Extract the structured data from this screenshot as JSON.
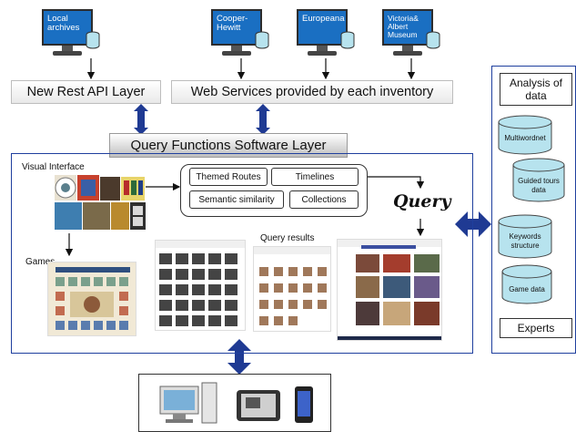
{
  "sources": [
    {
      "label": "Local archives"
    },
    {
      "label": "Cooper-Hewitt"
    },
    {
      "label": "Europeana"
    },
    {
      "label": "Victoria& Albert Museum"
    }
  ],
  "layers": {
    "rest_api": "New Rest API Layer",
    "web_services": "Web Services provided by each inventory",
    "query_functions": "Query Functions Software Layer"
  },
  "main": {
    "visual_interface": "Visual Interface",
    "games": "Games",
    "query_results": "Query results",
    "query": "Query",
    "functions": [
      "Themed Routes",
      "Timelines",
      "Semantic similarity",
      "Collections"
    ]
  },
  "analysis": {
    "title": "Analysis of data",
    "databases": [
      "Multiwordnet",
      "Guided tours data",
      "Keywords structure",
      "Game data"
    ],
    "experts": "Experts"
  },
  "colors": {
    "arrow_blue": "#1f3a93",
    "panel_border": "#1f3f9e",
    "screen_blue": "#1a6fc2",
    "db_teal": "#b7e3ee"
  }
}
